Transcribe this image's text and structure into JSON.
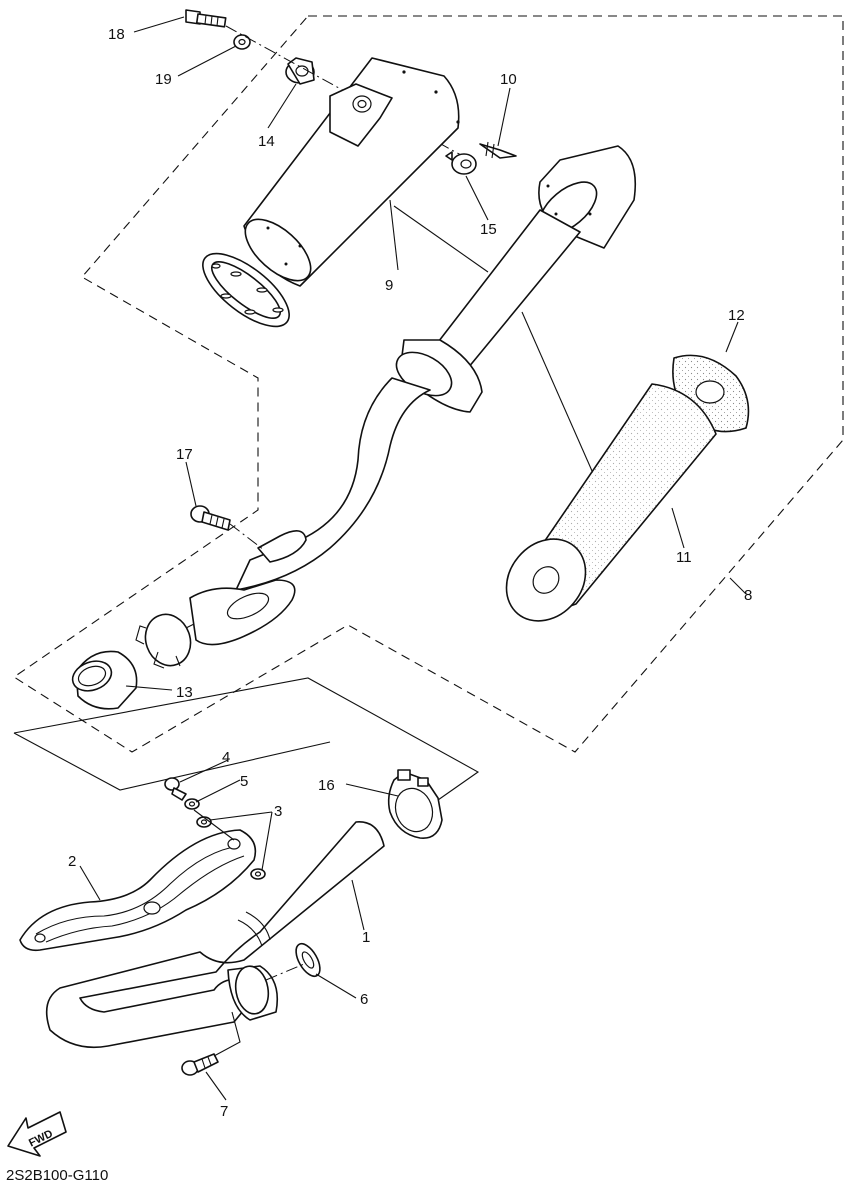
{
  "diagram_code": "2S2B100-G110",
  "fwd_label": "FWD",
  "callouts": {
    "c1": "1",
    "c2": "2",
    "c3": "3",
    "c4": "4",
    "c5": "5",
    "c6": "6",
    "c7": "7",
    "c8": "8",
    "c9": "9",
    "c10": "10",
    "c11": "11",
    "c12": "12",
    "c13": "13",
    "c14": "14",
    "c15": "15",
    "c16": "16",
    "c17": "17",
    "c18": "18",
    "c19": "19"
  },
  "colors": {
    "ink": "#111111",
    "paper": "#ffffff"
  }
}
